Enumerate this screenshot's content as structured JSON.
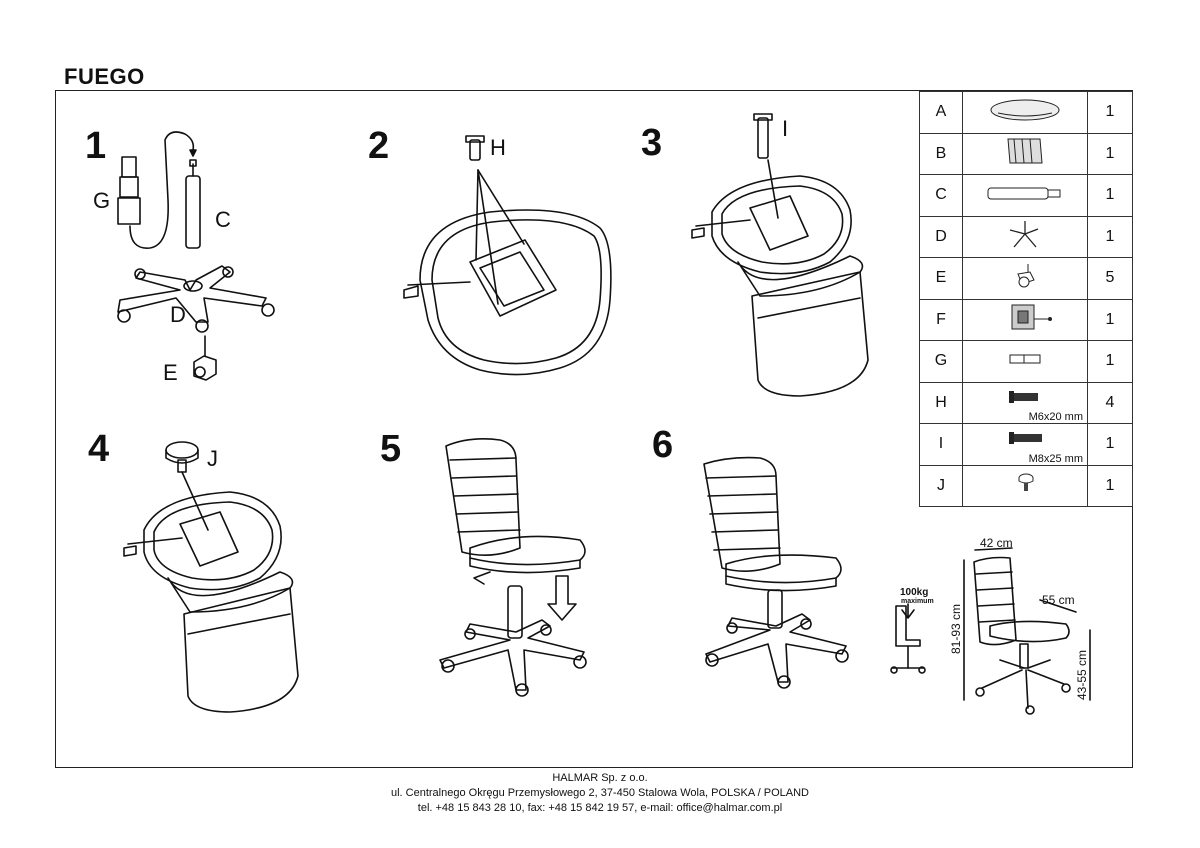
{
  "title": "FUEGO",
  "steps": [
    "1",
    "2",
    "3",
    "4",
    "5",
    "6"
  ],
  "labels": {
    "step1": {
      "g": "G",
      "c": "C",
      "d": "D",
      "e": "E"
    },
    "step2": {
      "h": "H"
    },
    "step3": {
      "i": "I"
    },
    "step4": {
      "j": "J"
    }
  },
  "parts": [
    {
      "letter": "A",
      "qty": "1",
      "spec": "",
      "icon": "seat-icon"
    },
    {
      "letter": "B",
      "qty": "1",
      "spec": "",
      "icon": "backrest-icon"
    },
    {
      "letter": "C",
      "qty": "1",
      "spec": "",
      "icon": "gas-lift-icon"
    },
    {
      "letter": "D",
      "qty": "1",
      "spec": "",
      "icon": "star-base-icon"
    },
    {
      "letter": "E",
      "qty": "5",
      "spec": "",
      "icon": "caster-icon"
    },
    {
      "letter": "F",
      "qty": "1",
      "spec": "",
      "icon": "mechanism-icon"
    },
    {
      "letter": "G",
      "qty": "1",
      "spec": "",
      "icon": "cover-icon"
    },
    {
      "letter": "H",
      "qty": "4",
      "spec": "M6x20 mm",
      "icon": "bolt-icon"
    },
    {
      "letter": "I",
      "qty": "1",
      "spec": "M8x25 mm",
      "icon": "bolt-icon"
    },
    {
      "letter": "J",
      "qty": "1",
      "spec": "",
      "icon": "knob-icon"
    }
  ],
  "dimensions": {
    "width": "42 cm",
    "depth": "55 cm",
    "height": "81-93 cm",
    "seat_height": "43-55 cm",
    "max_load": "100kg",
    "max_load_sub": "maximum"
  },
  "footer": {
    "line1": "HALMAR Sp. z o.o.",
    "line2": "ul. Centralnego Okręgu Przemysłowego 2, 37-450 Stalowa Wola, POLSKA / POLAND",
    "line3": "tel. +48 15 843 28 10, fax: +48 15 842 19 57, e-mail: office@halmar.com.pl"
  }
}
